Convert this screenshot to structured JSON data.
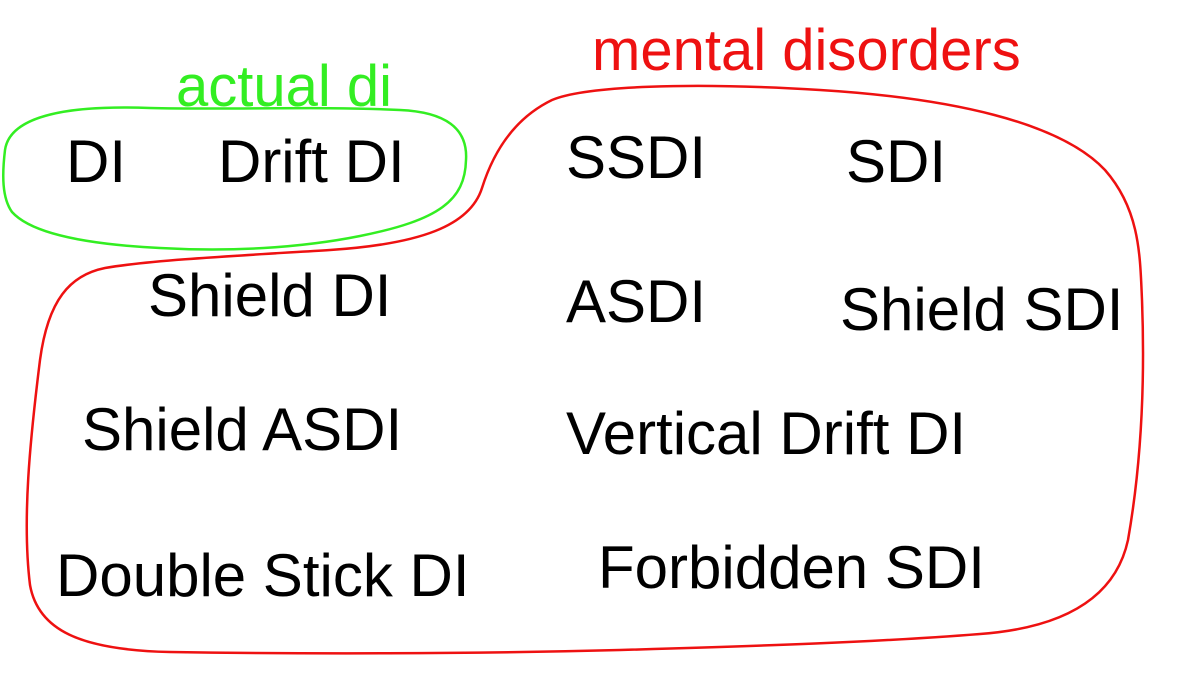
{
  "groups": {
    "actual_di": {
      "label": "actual di",
      "color": "#33ee22"
    },
    "mental_disorders": {
      "label": "mental disorders",
      "color": "#ee1111"
    }
  },
  "terms": {
    "di": "DI",
    "drift_di": "Drift DI",
    "ssdi": "SSDI",
    "sdi": "SDI",
    "shield_di": "Shield DI",
    "asdi": "ASDI",
    "shield_sdi": "Shield SDI",
    "shield_asdi": "Shield ASDI",
    "vertical_drift_di": "Vertical Drift DI",
    "double_stick_di": "Double Stick DI",
    "forbidden_sdi": "Forbidden SDI"
  },
  "text_color": "#000000"
}
